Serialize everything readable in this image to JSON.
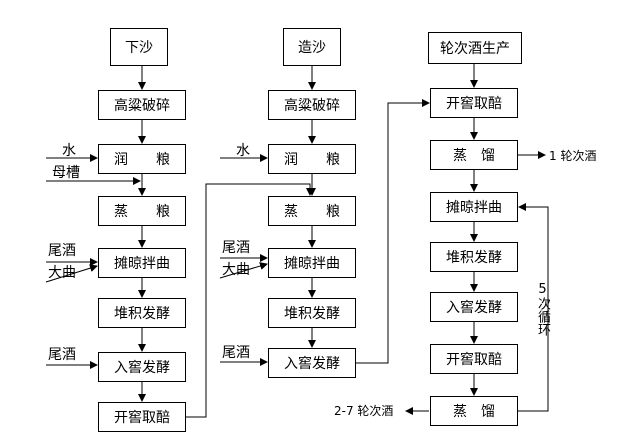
{
  "columns": {
    "xiasha": {
      "title": "下沙",
      "steps": [
        "高粱破碎",
        "润　　粮",
        "蒸　　粮",
        "摊晾拌曲",
        "堆积发酵",
        "入窖发酵",
        "开窖取醅"
      ]
    },
    "zaosha": {
      "title": "造沙",
      "steps": [
        "高粱破碎",
        "润　　粮",
        "蒸　　粮",
        "摊晾拌曲",
        "堆积发酵",
        "入窖发酵"
      ]
    },
    "lunci": {
      "title": "轮次酒生产",
      "steps": [
        "开窖取醅",
        "蒸　馏",
        "摊晾拌曲",
        "堆积发酵",
        "入窖发酵",
        "开窖取醅",
        "蒸　馏"
      ]
    }
  },
  "inputs": {
    "water": "水",
    "mucao": "母槽",
    "weijiu": "尾酒",
    "daqu": "大曲"
  },
  "outputs": {
    "first_round": "1 轮次酒",
    "rounds_2_7": "2-7 轮次酒"
  },
  "loop_label": "5次循环"
}
